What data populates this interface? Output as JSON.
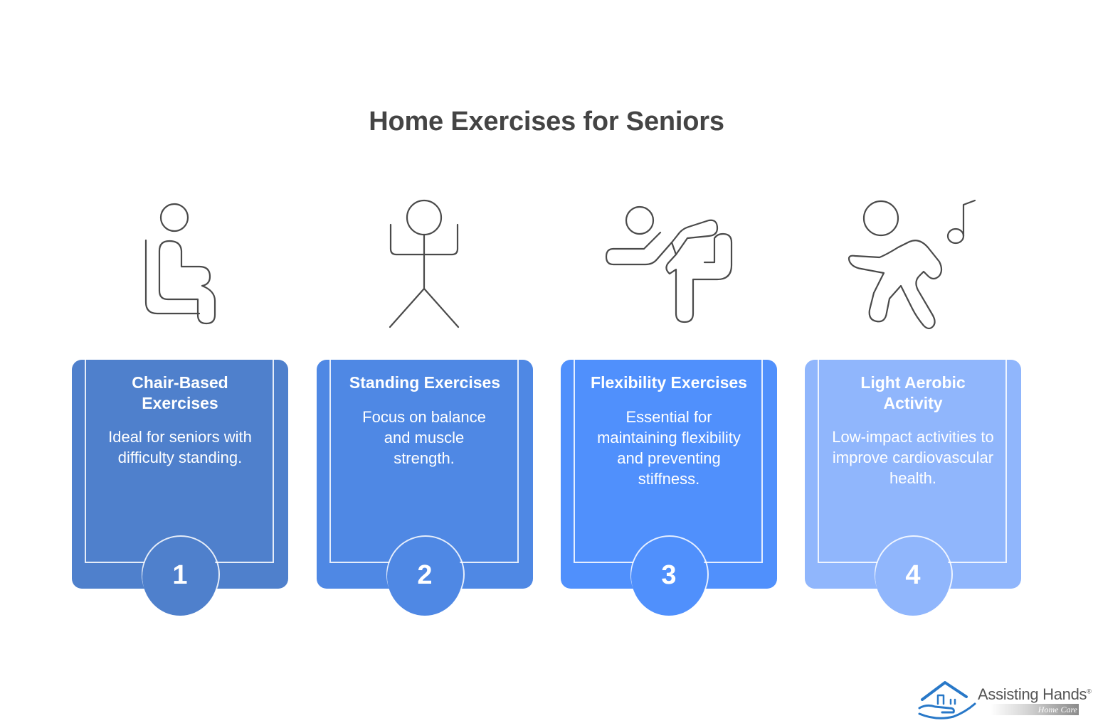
{
  "title": "Home Exercises for Seniors",
  "colors": {
    "card1": "#4F80CC",
    "card2": "#4F88E4",
    "card3": "#5090FC",
    "card4": "#90B6FC",
    "icon_stroke": "#4a4a4a",
    "logo_blue": "#2878C8"
  },
  "cards": [
    {
      "number": "1",
      "title": "Chair-Based Exercises",
      "description": "Ideal for seniors with difficulty standing.",
      "icon": "sitting-person-icon"
    },
    {
      "number": "2",
      "title": "Standing Exercises",
      "description": "Focus on balance and muscle strength.",
      "icon": "standing-person-icon"
    },
    {
      "number": "3",
      "title": "Flexibility Exercises",
      "description": "Essential for maintaining flexibility and preventing stiffness.",
      "icon": "stretching-person-icon"
    },
    {
      "number": "4",
      "title": "Light Aerobic Activity",
      "description": "Low-impact activities to improve cardiovascular health.",
      "icon": "dancing-person-icon"
    }
  ],
  "logo": {
    "name": "Assisting Hands",
    "registered": "®",
    "subtitle": "Home Care",
    "icon": "house-hand-icon"
  }
}
